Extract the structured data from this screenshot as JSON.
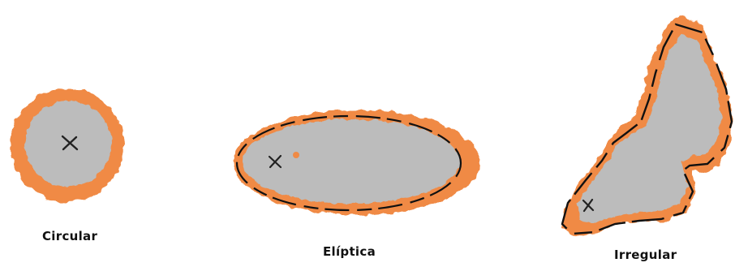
{
  "labels": {
    "circular": "Circular",
    "eliptica": "Elíptica",
    "irregular": "Irregular"
  },
  "colors": {
    "fill": "#bcbcbc",
    "halo": "#f08a45",
    "halo_dark": "#e8743a",
    "outline": "#111111",
    "marker": "#222222"
  },
  "shapes": [
    {
      "id": "circular",
      "kind": "circle",
      "has_center_marker": true
    },
    {
      "id": "eliptica",
      "kind": "ellipse",
      "has_center_marker": true
    },
    {
      "id": "irregular",
      "kind": "irregular",
      "has_center_marker": true
    }
  ]
}
